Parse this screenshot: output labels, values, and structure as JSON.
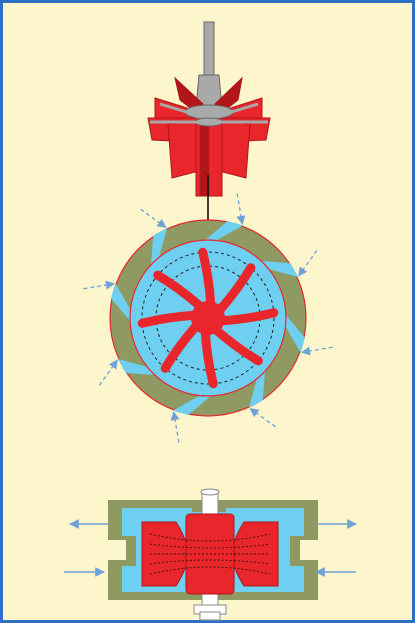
{
  "colors": {
    "background": "#fdf5cc",
    "border": "#2e6fc4",
    "impeller_red": "#e8262b",
    "impeller_dark_red": "#b0161a",
    "shaft_gray": "#a9a9a9",
    "stator_green": "#8e9a62",
    "fluid_blue": "#6ecff0",
    "flow_arrow_blue": "#6fa3d8",
    "pointer_black": "#111111"
  },
  "views": [
    {
      "name": "impeller-perspective-view",
      "icon": "impeller-icon"
    },
    {
      "name": "rotor-stator-top-view",
      "icon": "rotor-stator-icon"
    },
    {
      "name": "rotor-stator-cross-section",
      "icon": "cross-section-icon"
    }
  ],
  "flow_arrows": {
    "top_view_inflow_count": 8,
    "section_outflow_count": 2,
    "section_inflow_count": 2
  }
}
